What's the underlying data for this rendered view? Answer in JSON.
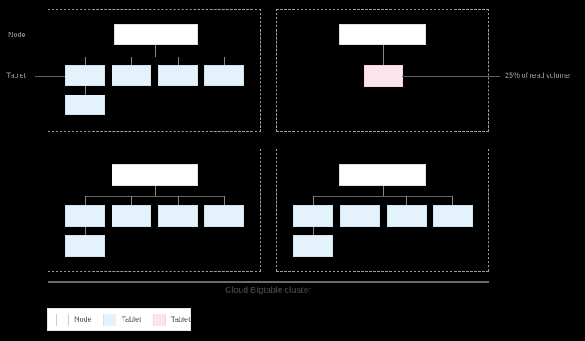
{
  "diagram": {
    "caption": "Cloud Bigtable cluster",
    "callouts": {
      "node": "Node",
      "tablet": "Tablet",
      "hot_tablet": "25% of read volume"
    },
    "colors": {
      "node_fill": "#ffffff",
      "tablet_fill": "#e3f2fb",
      "hot_tablet_fill": "#fce4ec",
      "background": "#000000",
      "connector": "#666666",
      "dashed_border": "#9e9e9e"
    },
    "legend": {
      "items": [
        {
          "label": "Node",
          "swatch": "#ffffff",
          "name": "legend-swatch-node"
        },
        {
          "label": "Tablet",
          "swatch": "#e3f2fb",
          "name": "legend-swatch-tablet"
        },
        {
          "label": "Tablet",
          "swatch": "#fce4ec",
          "name": "legend-swatch-hot-tablet"
        }
      ]
    },
    "quadrants": [
      {
        "id": "top-left",
        "node_count": 1,
        "tablet_count": 5,
        "hot_tablet_count": 0
      },
      {
        "id": "top-right",
        "node_count": 1,
        "tablet_count": 0,
        "hot_tablet_count": 1
      },
      {
        "id": "bottom-left",
        "node_count": 1,
        "tablet_count": 5,
        "hot_tablet_count": 0
      },
      {
        "id": "bottom-right",
        "node_count": 1,
        "tablet_count": 5,
        "hot_tablet_count": 0
      }
    ]
  }
}
